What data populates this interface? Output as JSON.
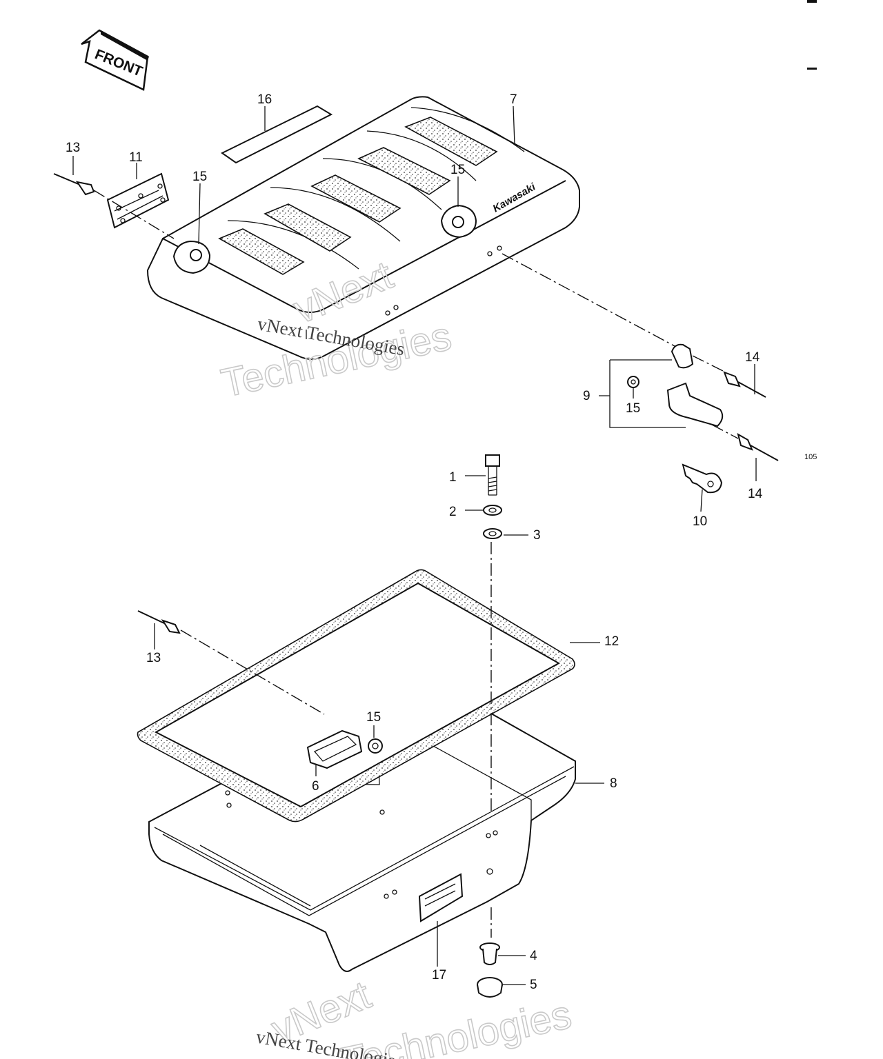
{
  "diagram": {
    "front_label": "FRONT",
    "brand_label": "Kawasaki",
    "corner_code": "105",
    "watermark": {
      "line1": "vNext",
      "line2": "Technologies",
      "serif_text": "vNext Technologies"
    },
    "callouts": {
      "c1": "1",
      "c2": "2",
      "c3": "3",
      "c4": "4",
      "c5": "5",
      "c6": "6",
      "c7": "7",
      "c8": "8",
      "c9": "9",
      "c10": "10",
      "c11": "11",
      "c12": "12",
      "c13a": "13",
      "c13b": "13",
      "c14a": "14",
      "c14b": "14",
      "c15a": "15",
      "c15b": "15",
      "c15c": "15",
      "c15d": "15",
      "c16": "16",
      "c17": "17"
    }
  }
}
